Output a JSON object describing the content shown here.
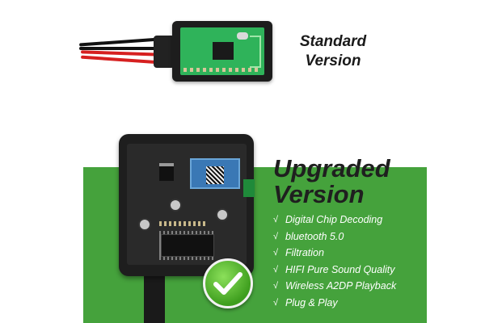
{
  "standard": {
    "title_line1": "Standard",
    "title_line2": "Version"
  },
  "upgraded": {
    "title_line1": "Upgraded",
    "title_line2": "Version",
    "features": [
      "Digital Chip Decoding",
      "bluetooth 5.0",
      "Filtration",
      "HIFI Pure Sound Quality",
      "Wireless A2DP Playback",
      "Plug & Play"
    ],
    "bullet_glyph": "√"
  },
  "colors": {
    "green_band": "#45a23c",
    "pcb_green": "#2fb35a",
    "check_green": "#5ab82e",
    "wire_red": "#d62020",
    "wire_black": "#111111"
  },
  "icons": {
    "checkmark": "check-icon"
  }
}
